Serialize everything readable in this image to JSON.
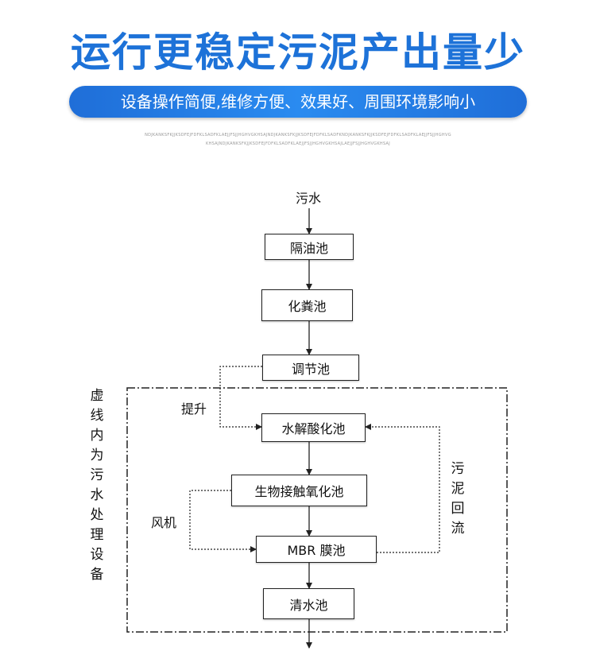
{
  "header": {
    "title": "运行更稳定污泥产出量少",
    "subtitle": "设备操作简便,维修方便、效果好、周围环境影响小",
    "decor_line1": "NDJKANKSFKJJKSDFEJFDFKLSADFKLAEJJFSJJHGHVGKHSAJNDJKANKSFKJJKSDFEJFDFKLSADFKNDJKANKSFKJJKSDFEJFDFKLSADFKLAEJJFSJJHGHVG",
    "decor_line2": "KHSAJNDJKANKSFKJJKSDFEJFDFKLSADFKLAEJJFSJJHGHVGKHSAJLAEJJFSJJHGHVGKHSAJ"
  },
  "flow": {
    "input": "污水",
    "steps": [
      "隔油池",
      "化粪池",
      "调节池",
      "水解酸化池",
      "生物接触氧化池",
      "MBR 膜池",
      "清水池"
    ],
    "lift_label": "提升",
    "fan_label": "风机",
    "sludge_label": [
      "污",
      "泥",
      "回",
      "流"
    ],
    "zone_label": [
      "虚",
      "线",
      "内",
      "为",
      "污",
      "水",
      "处",
      "理",
      "设",
      "备"
    ]
  },
  "colors": {
    "title_blue": "#1d72d8",
    "pill_blue": "#2a8bf0",
    "line": "#222222"
  }
}
